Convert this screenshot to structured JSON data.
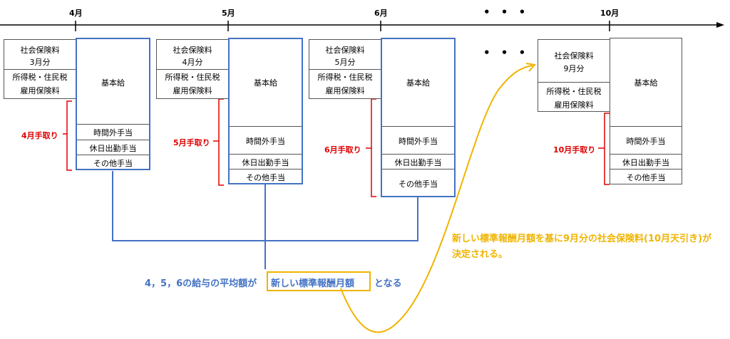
{
  "months": {
    "apr": "4月",
    "may": "5月",
    "jun": "6月",
    "oct": "10月"
  },
  "ellipsis": "• • •",
  "columns": {
    "apr": {
      "ins": "社会保険料",
      "ins_month": "3月分",
      "tax": "所得税・住民税",
      "emp": "雇用保険料",
      "base": "基本給",
      "ot": "時間外手当",
      "hol": "休日出勤手当",
      "oth": "その他手当",
      "net": "4月手取り"
    },
    "may": {
      "ins": "社会保険料",
      "ins_month": "4月分",
      "tax": "所得税・住民税",
      "emp": "雇用保険料",
      "base": "基本給",
      "ot": "時間外手当",
      "hol": "休日出勤手当",
      "oth": "その他手当",
      "net": "5月手取り"
    },
    "jun": {
      "ins": "社会保険料",
      "ins_month": "5月分",
      "tax": "所得税・住民税",
      "emp": "雇用保険料",
      "base": "基本給",
      "ot": "時間外手当",
      "hol": "休日出勤手当",
      "oth": "その他手当",
      "net": "6月手取り"
    },
    "oct": {
      "ins": "社会保険料",
      "ins_month": "9月分",
      "tax": "所得税・住民税",
      "emp": "雇用保険料",
      "base": "基本給",
      "ot": "時間外手当",
      "hol": "休日出勤手当",
      "oth": "その他手当",
      "net": "10月手取り"
    }
  },
  "caption": {
    "prefix": "4，5，6の給与の平均額が",
    "highlight": "新しい標準報酬月額",
    "suffix": "となる"
  },
  "note": "新しい標準報酬月額を基に9月分の社会保険料(10月天引き)が決定される。",
  "colors": {
    "blue": "#4472c4",
    "gold": "#f0b400",
    "red": "#e00000"
  }
}
